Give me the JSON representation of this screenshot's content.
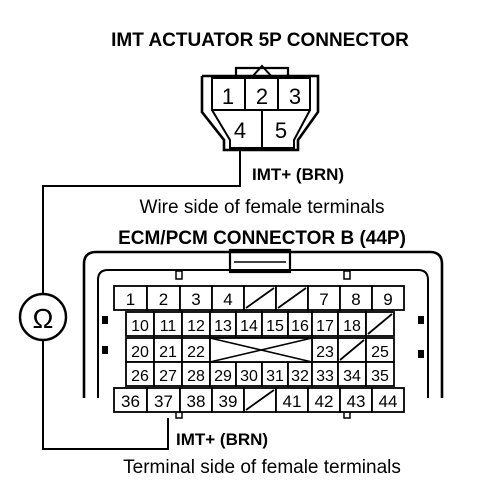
{
  "imt_connector": {
    "title": "IMT ACTUATOR 5P CONNECTOR",
    "pins": [
      "1",
      "2",
      "3",
      "4",
      "5"
    ],
    "wire_label": "IMT+ (BRN)",
    "view_label": "Wire side of female terminals"
  },
  "ecm_connector": {
    "title": "ECM/PCM CONNECTOR B (44P)",
    "rows": [
      [
        "1",
        "2",
        "3",
        "4",
        "",
        "",
        "7",
        "8",
        "9"
      ],
      [
        "10",
        "11",
        "12",
        "13",
        "14",
        "15",
        "16",
        "17",
        "18",
        ""
      ],
      [
        "20",
        "21",
        "22",
        "",
        "",
        "",
        "",
        "23",
        "",
        "25"
      ],
      [
        "26",
        "27",
        "28",
        "29",
        "30",
        "31",
        "32",
        "33",
        "34",
        "35"
      ],
      [
        "36",
        "37",
        "38",
        "39",
        "",
        "41",
        "42",
        "43",
        "44"
      ]
    ],
    "wire_label": "IMT+ (BRN)",
    "view_label": "Terminal side of female terminals"
  },
  "meter": {
    "symbol": "Ω"
  }
}
